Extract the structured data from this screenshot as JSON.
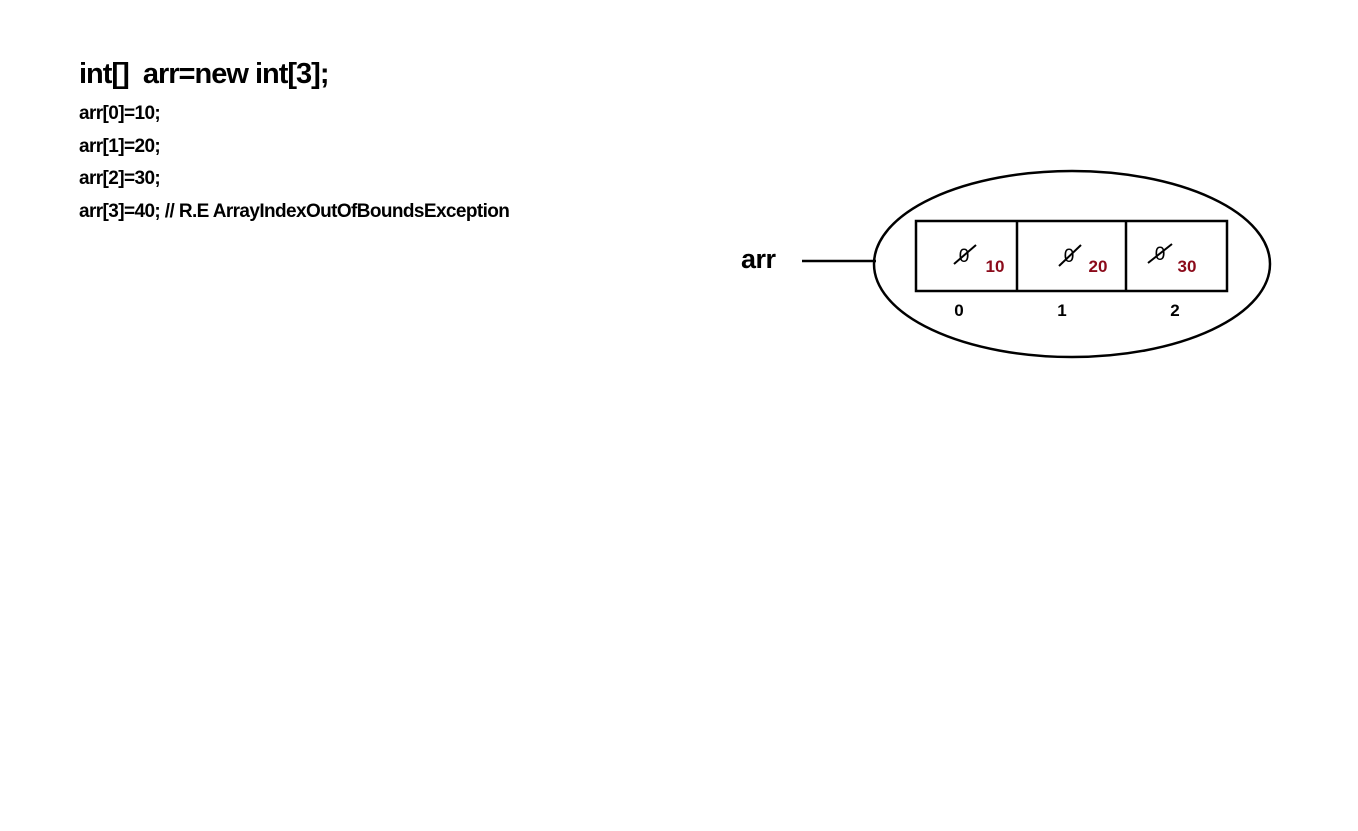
{
  "code": {
    "declaration": "int[]  arr=new int[3];",
    "statements": [
      "arr[0]=10;",
      "arr[1]=20;",
      "arr[2]=30;",
      "arr[3]=40; // R.E ArrayIndexOutOfBoundsException"
    ]
  },
  "diagram": {
    "reference_label": "arr",
    "cells": [
      {
        "old_value": "0",
        "new_value": "10",
        "index": "0"
      },
      {
        "old_value": "0",
        "new_value": "20",
        "index": "1"
      },
      {
        "old_value": "0",
        "new_value": "30",
        "index": "2"
      }
    ],
    "colors": {
      "new_value": "#8b0a1a",
      "stroke": "#000000"
    }
  }
}
